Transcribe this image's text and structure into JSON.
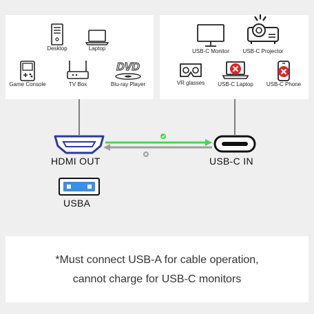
{
  "left_devices": [
    {
      "label": "Desktop",
      "icon": "desktop-icon"
    },
    {
      "label": "Laptop",
      "icon": "laptop-icon"
    },
    {
      "label": "Game Console",
      "icon": "game-console-icon"
    },
    {
      "label": "TV Box",
      "icon": "tv-box-icon"
    },
    {
      "label": "Blu-ray Player",
      "icon": "dvd-icon"
    }
  ],
  "dvd_logo": "DVD",
  "right_devices": [
    {
      "label": "USB-C Monitor",
      "icon": "monitor-icon",
      "supported": true
    },
    {
      "label": "USB-C Projector",
      "icon": "projector-icon",
      "supported": true
    },
    {
      "label": "VR glasses",
      "icon": "vr-glasses-icon",
      "supported": true
    },
    {
      "label": "USB-C Laptop",
      "icon": "laptop-icon",
      "supported": false
    },
    {
      "label": "USB-C Phone",
      "icon": "phone-icon",
      "supported": false
    }
  ],
  "ports": {
    "hdmi": "HDMI OUT",
    "usbc": "USB-C IN",
    "usba": "USBA"
  },
  "arrows": {
    "forward_color": "#3ddc4a",
    "backward_color": "#a0a0a0",
    "ok_color": "#3ddc4a",
    "no_color": "#a0a0a0"
  },
  "note": {
    "line1": "*Must connect USB-A for cable operation,",
    "line2": "cannot charge for USB-C monitors"
  },
  "colors": {
    "hdmi_blue": "#2a3a9a",
    "usba_blue": "#3a8fe6",
    "forbidden_red": "#e02424"
  }
}
